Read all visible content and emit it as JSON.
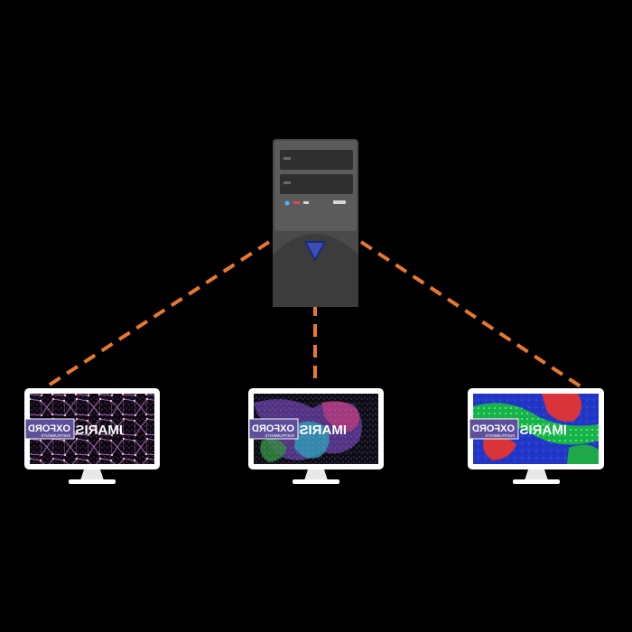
{
  "diagram": {
    "background": "#000000",
    "connector_color": "#e9782d",
    "server": {
      "icon": "server-tower-icon",
      "body_color": "#4a4a4a",
      "front_color": "#5b5b5b",
      "drive_bay_color": "#2f2f2f",
      "led_colors": [
        "#4fb3ff",
        "#d94b4b",
        "#d7d7d7"
      ],
      "shield_color": "#3b4fb8"
    },
    "monitors": [
      {
        "name": "left",
        "icon": "monitor-icon",
        "screen_style": "network",
        "wordmark": "IMARIS",
        "brand": "OXFORD",
        "brand_sub": "INSTRUMENTS"
      },
      {
        "name": "center",
        "icon": "monitor-icon",
        "screen_style": "cells",
        "wordmark": "IMARIS",
        "brand": "OXFORD",
        "brand_sub": "INSTRUMENTS"
      },
      {
        "name": "right",
        "icon": "monitor-icon",
        "screen_style": "tissue",
        "wordmark": "IMARIS",
        "brand": "OXFORD",
        "brand_sub": "INSTRUMENTS"
      }
    ]
  }
}
